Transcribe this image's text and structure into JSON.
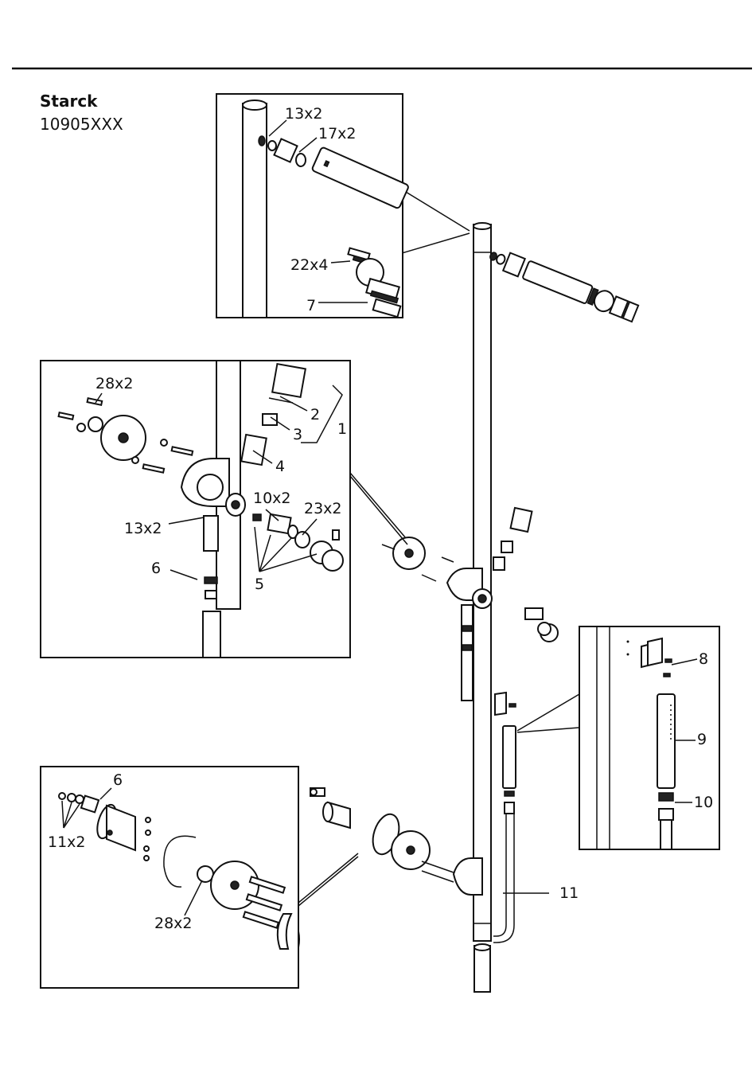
{
  "header": {
    "brand": "Starck",
    "model": "10905XXX"
  },
  "callouts": {
    "top": {
      "c1": "13x2",
      "c2": "17x2",
      "c3": "22x4",
      "c4": "7"
    },
    "middle": {
      "c1": "28x2",
      "c2": "2",
      "c3": "3",
      "c4": "1",
      "c5": "4",
      "c6": "10x2",
      "c7": "23x2",
      "c8": "13x2",
      "c9": "6",
      "c10": "5"
    },
    "right": {
      "c1": "8",
      "c2": "9",
      "c3": "10"
    },
    "bottom": {
      "c1": "6",
      "c2": "11x2",
      "c3": "28x2"
    },
    "main": {
      "c1": "11"
    }
  }
}
